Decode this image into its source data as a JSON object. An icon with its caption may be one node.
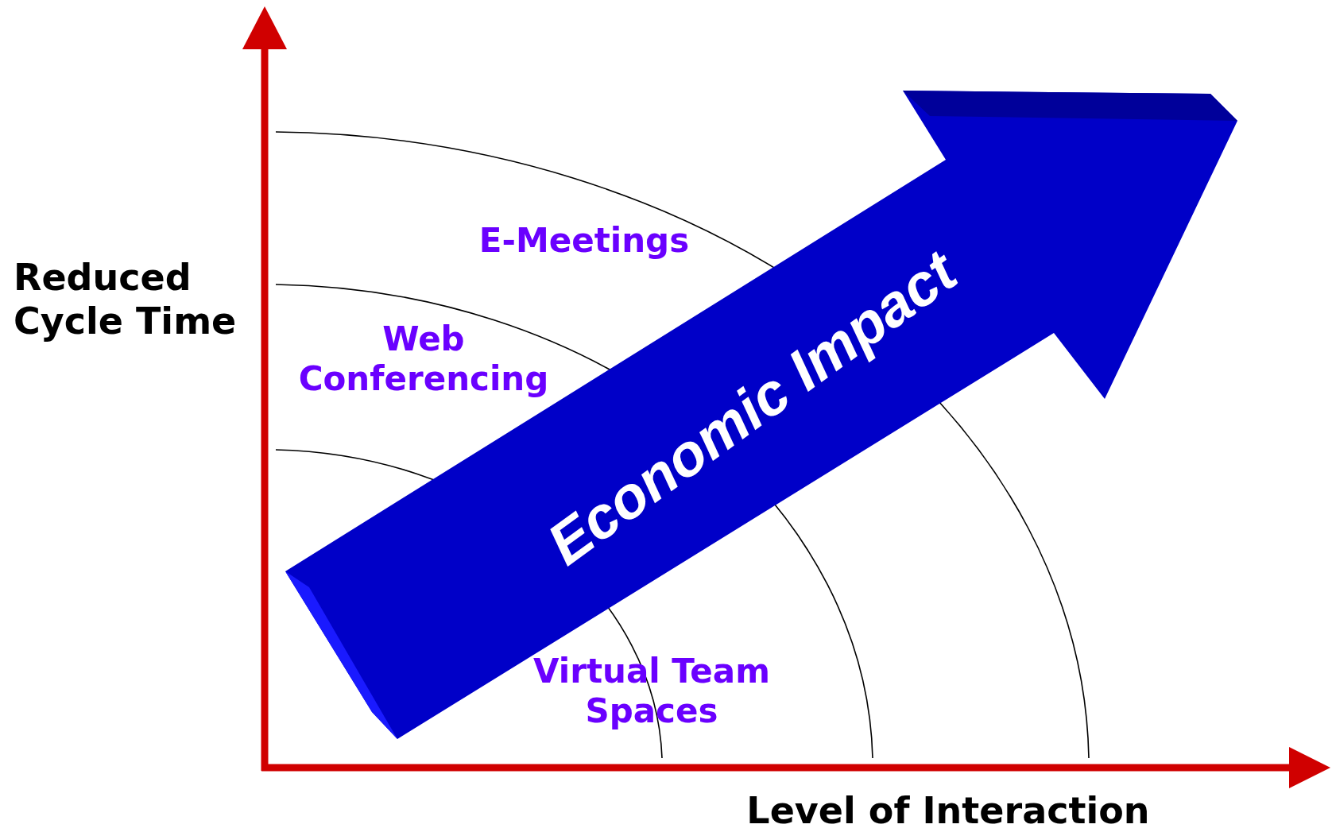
{
  "diagram": {
    "nodes": [
      {
        "text": [
          "Economic Impact"
        ]
      }
    ],
    "labels": [
      "Reduced Cycle Time",
      "E-Meetings",
      "Web Conferencing",
      "Virtual Team Spaces",
      "Level of Interaction"
    ]
  }
}
